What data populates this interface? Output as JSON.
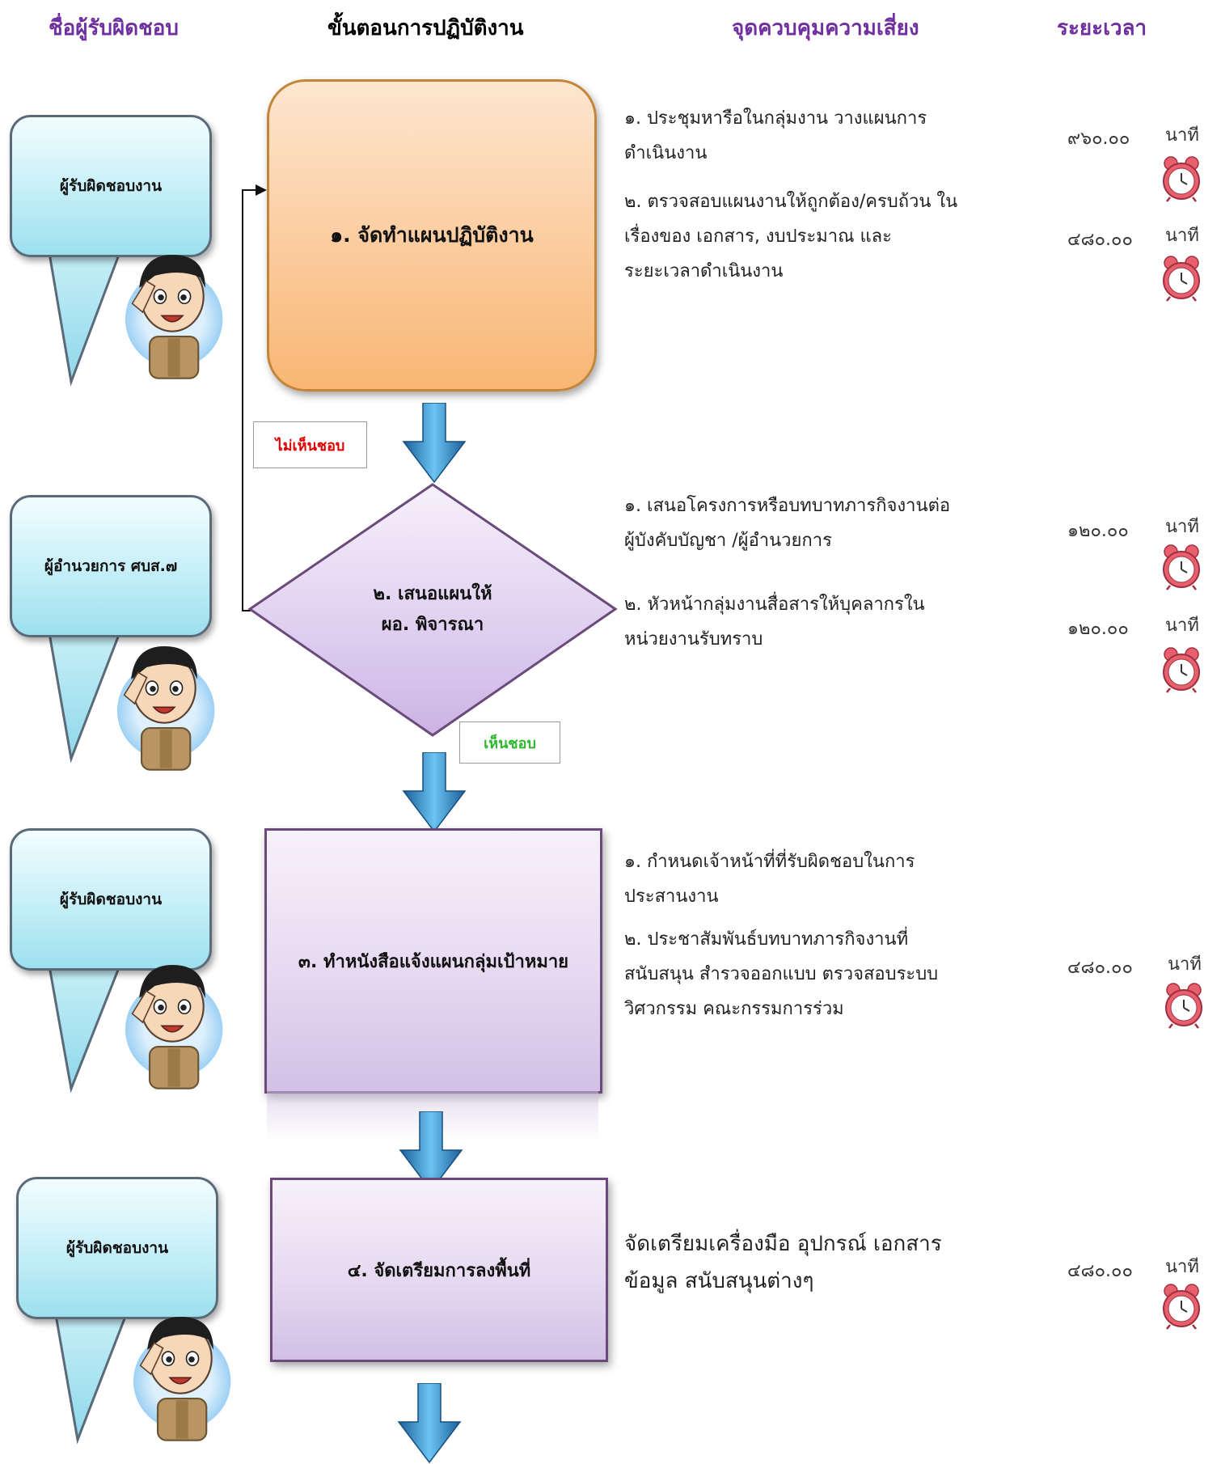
{
  "headers": {
    "responsible": "ชื่อผู้รับผิดชอบ",
    "procedure": "ขั้นตอนการปฏิบัติงาน",
    "risk_control": "จุดควบคุมความเสี่ยง",
    "duration": "ระยะเวลา"
  },
  "responsible": [
    "ผู้รับผิดชอบงาน",
    "ผู้อำนวยการ ศบส.๗",
    "ผู้รับผิดชอบงาน",
    "ผู้รับผิดชอบงาน"
  ],
  "steps": {
    "step1": "๑. จัดทำแผนปฏิบัติงาน",
    "step2_line1": "๒. เสนอแผนให้",
    "step2_line2": "ผอ. พิจารณา",
    "step3": "๓. ทำหนังสือแจ้งแผนกลุ่มเป้าหมาย",
    "step4": "๔. จัดเตรียมการลงพื้นที่"
  },
  "decisions": {
    "disapprove": "ไม่เห็นชอบ",
    "approve": "เห็นชอบ"
  },
  "risks": {
    "s1": [
      "๑. ประชุมหารือในกลุ่มงาน วางแผนการ",
      "ดำเนินงาน",
      "๒. ตรวจสอบแผนงานให้ถูกต้อง/ครบถ้วน ใน",
      "เรื่องของ เอกสาร, งบประมาณ และ",
      "ระยะเวลาดำเนินงาน"
    ],
    "s2": [
      "๑. เสนอโครงการหรือบทบาทภารกิจงานต่อ",
      "ผู้บังคับบัญชา /ผู้อำนวยการ",
      "๒. หัวหน้ากลุ่มงานสื่อสารให้บุคลากรใน",
      "หน่วยงานรับทราบ"
    ],
    "s3": [
      "๑. กำหนดเจ้าหน้าที่ที่รับผิดชอบในการ",
      "ประสานงาน",
      "๒. ประชาสัมพันธ์บทบาทภารกิจงานที่",
      "สนับสนุน สำรวจออกแบบ ตรวจสอบระบบ",
      "วิศวกรรม คณะกรรมการร่วม"
    ],
    "s4": [
      "จัดเตรียมเครื่องมือ อุปกรณ์ เอกสาร",
      "ข้อมูล สนับสนุนต่างๆ"
    ]
  },
  "durations": [
    {
      "value": "๙๖๐.๐๐",
      "unit": "นาที"
    },
    {
      "value": "๔๘๐.๐๐",
      "unit": "นาที"
    },
    {
      "value": "๑๒๐.๐๐",
      "unit": "นาที"
    },
    {
      "value": "๑๒๐.๐๐",
      "unit": "นาที"
    },
    {
      "value": "๔๘๐.๐๐",
      "unit": "นาที"
    },
    {
      "value": "๔๘๐.๐๐",
      "unit": "นาที"
    }
  ],
  "colors": {
    "header_accent": "#7030a0",
    "disapprove": "#e00000",
    "approve": "#2eb82e",
    "arrow": "#2f8fd0",
    "clock": "#e8606e"
  },
  "icons": {
    "person": "saluting-officer-icon",
    "arrow": "down-arrow-icon",
    "clock": "alarm-clock-icon"
  }
}
